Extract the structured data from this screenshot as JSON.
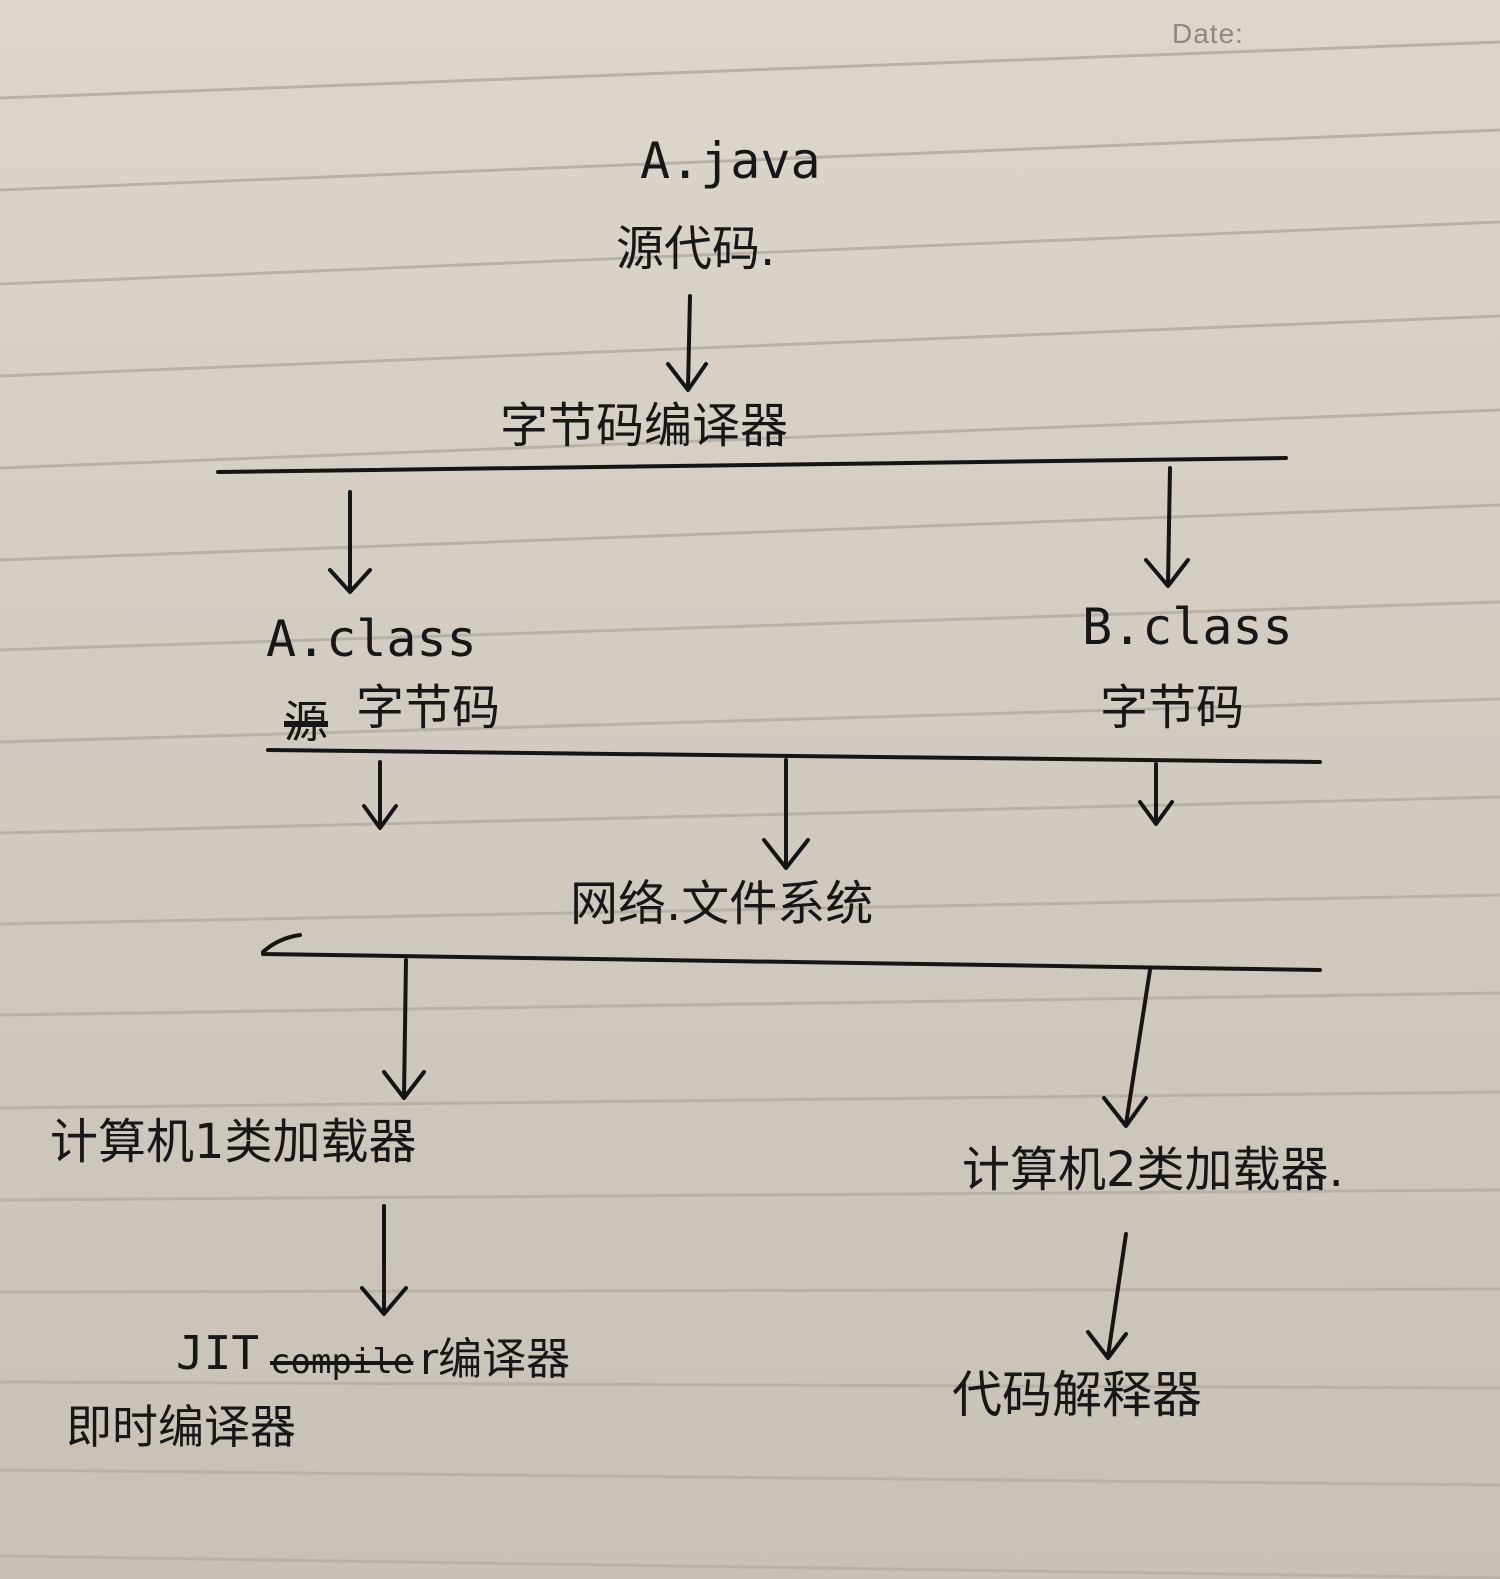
{
  "date_label": "Date:",
  "source": {
    "file": "A.java",
    "caption": "源代码."
  },
  "compiler": {
    "label": "字节码编译器"
  },
  "bytecode": [
    {
      "file": "A.class",
      "struck": "源",
      "caption": "字节码"
    },
    {
      "file": "B.class",
      "caption": "字节码"
    }
  ],
  "network": {
    "label": "网络.文件系统"
  },
  "loaders": [
    {
      "label": "计算机1类加载器"
    },
    {
      "label": "计算机2类加载器."
    }
  ],
  "executors": [
    {
      "prefix": "JIT",
      "struck": "compile",
      "suffix": "r编译器",
      "caption": "即时编译器"
    },
    {
      "label": "代码解释器"
    }
  ]
}
